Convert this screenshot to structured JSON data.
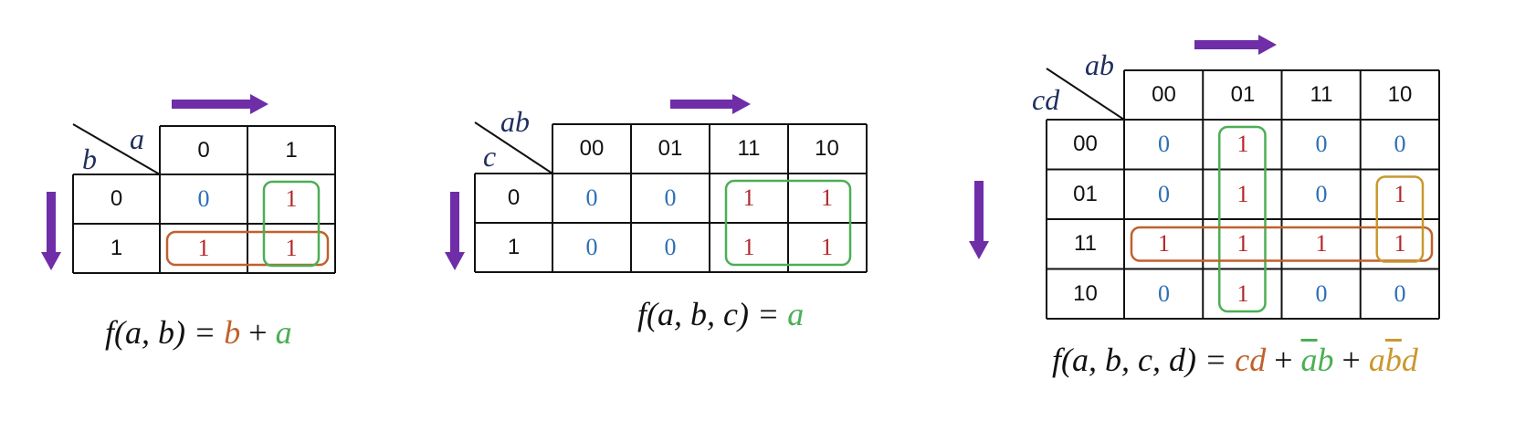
{
  "colors": {
    "ink": "#111111",
    "zero": "#2e6fb5",
    "one": "#b5262a",
    "arrow": "#6f2da8",
    "label": "#1f2f5c",
    "group_orange": "#c0612b",
    "group_green": "#4cae55",
    "group_gold": "#c9982f"
  },
  "maps": [
    {
      "col_var": "a",
      "row_var": "b",
      "col_headers": [
        "0",
        "1"
      ],
      "row_headers": [
        "0",
        "1"
      ],
      "cells": [
        [
          "0",
          "1"
        ],
        [
          "1",
          "1"
        ]
      ],
      "groups": [
        {
          "color": "orange",
          "rows": [
            1,
            1
          ],
          "cols": [
            0,
            1
          ]
        },
        {
          "color": "green",
          "rows": [
            0,
            1
          ],
          "cols": [
            1,
            1
          ]
        }
      ],
      "formula": {
        "lhs": "f(a, b) = ",
        "terms": [
          {
            "text": "b",
            "color": "orange"
          },
          {
            "op": " + "
          },
          {
            "text": "a",
            "color": "green"
          }
        ]
      }
    },
    {
      "col_var": "ab",
      "row_var": "c",
      "col_headers": [
        "00",
        "01",
        "11",
        "10"
      ],
      "row_headers": [
        "0",
        "1"
      ],
      "cells": [
        [
          "0",
          "0",
          "1",
          "1"
        ],
        [
          "0",
          "0",
          "1",
          "1"
        ]
      ],
      "groups": [
        {
          "color": "green",
          "rows": [
            0,
            1
          ],
          "cols": [
            2,
            3
          ]
        }
      ],
      "formula": {
        "lhs": "f(a, b, c) = ",
        "terms": [
          {
            "text": "a",
            "color": "green"
          }
        ]
      }
    },
    {
      "col_var": "ab",
      "row_var": "cd",
      "col_headers": [
        "00",
        "01",
        "11",
        "10"
      ],
      "row_headers": [
        "00",
        "01",
        "11",
        "10"
      ],
      "cells": [
        [
          "0",
          "1",
          "0",
          "0"
        ],
        [
          "0",
          "1",
          "0",
          "1"
        ],
        [
          "1",
          "1",
          "1",
          "1"
        ],
        [
          "0",
          "1",
          "0",
          "0"
        ]
      ],
      "groups": [
        {
          "color": "green",
          "rows": [
            0,
            3
          ],
          "cols": [
            1,
            1
          ]
        },
        {
          "color": "orange",
          "rows": [
            2,
            2
          ],
          "cols": [
            0,
            3
          ]
        },
        {
          "color": "gold",
          "rows": [
            1,
            2
          ],
          "cols": [
            3,
            3
          ]
        }
      ],
      "formula": {
        "lhs": "f(a, b, c, d) = ",
        "terms": [
          {
            "text": "cd",
            "color": "orange"
          },
          {
            "op": " + "
          },
          {
            "text": "ab",
            "color": "green",
            "bar_chars": [
              0
            ]
          },
          {
            "op": " + "
          },
          {
            "text": "abd",
            "color": "gold",
            "bar_chars": [
              1
            ]
          }
        ]
      }
    }
  ]
}
